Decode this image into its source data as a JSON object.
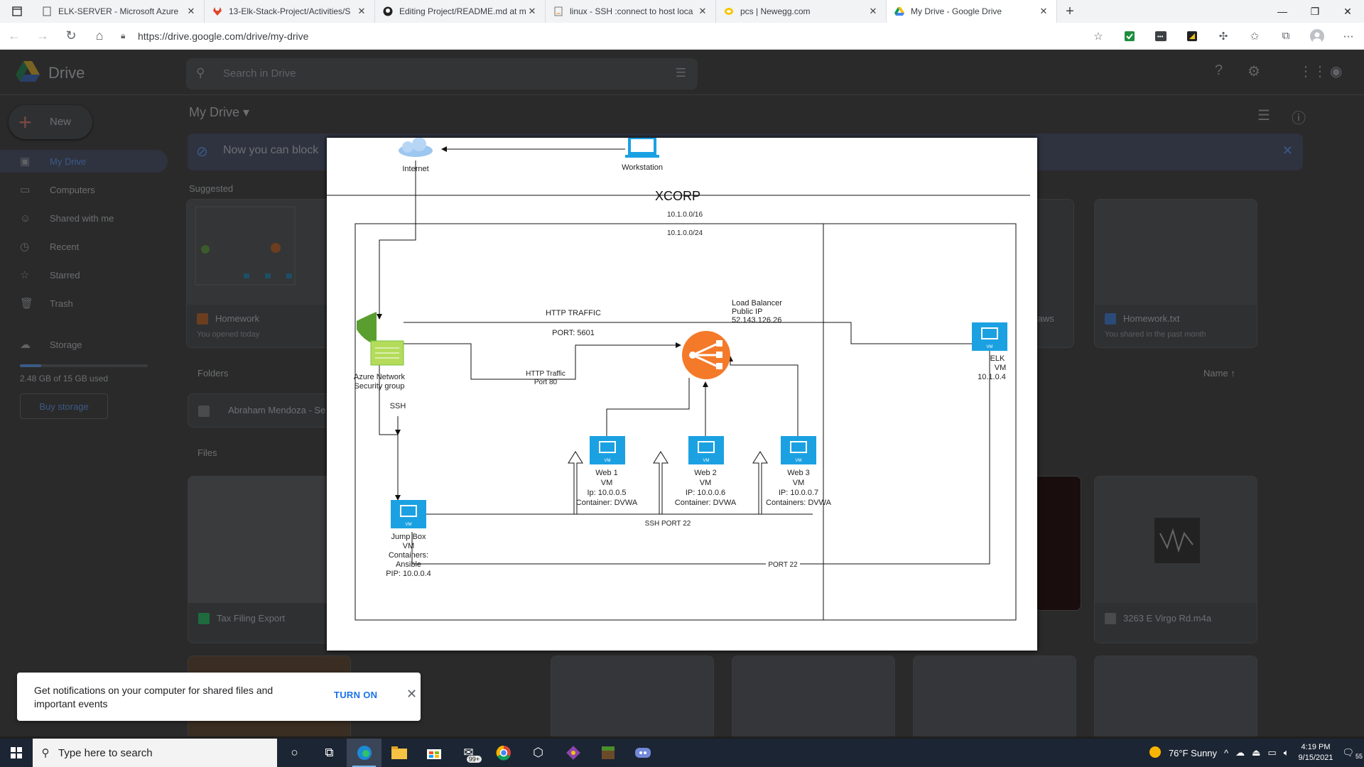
{
  "browser": {
    "tabs": [
      {
        "title": "ELK-SERVER - Microsoft Azure",
        "icon": "page-icon",
        "active": false
      },
      {
        "title": "13-Elk-Stack-Project/Activities/S",
        "icon": "gitlab-icon",
        "active": false
      },
      {
        "title": "Editing Project/README.md at m",
        "icon": "github-icon",
        "active": false
      },
      {
        "title": "linux - SSH :connect to host loca",
        "icon": "stackoverflow-icon",
        "active": false
      },
      {
        "title": "pcs | Newegg.com",
        "icon": "newegg-icon",
        "active": false
      },
      {
        "title": "My Drive - Google Drive",
        "icon": "drive-icon",
        "active": true
      }
    ],
    "url": "https://drive.google.com/drive/my-drive"
  },
  "drive": {
    "app_name": "Drive",
    "search_placeholder": "Search in Drive",
    "new_label": "New",
    "page_title": "My Drive",
    "sidebar": [
      {
        "label": "My Drive",
        "icon": "drive-folder-icon",
        "selected": true
      },
      {
        "label": "Computers",
        "icon": "computer-icon",
        "selected": false
      },
      {
        "label": "Shared with me",
        "icon": "people-icon",
        "selected": false
      },
      {
        "label": "Recent",
        "icon": "clock-icon",
        "selected": false
      },
      {
        "label": "Starred",
        "icon": "star-icon",
        "selected": false
      },
      {
        "label": "Trash",
        "icon": "trash-icon",
        "selected": false
      }
    ],
    "storage_label": "Storage",
    "storage_used": "2.48 GB of 15 GB used",
    "storage_fraction": 0.165,
    "buy_storage": "Buy storage",
    "banner_text": "Now you can block",
    "suggested_label": "Suggested",
    "folders_label": "Folders",
    "files_label": "Files",
    "sort_label": "Name",
    "suggested_cards": [
      {
        "name": "Homework",
        "sub": "You opened today"
      },
      {
        "name": ".aws",
        "sub": ""
      },
      {
        "name": "Homework.txt",
        "sub": "You shared in the past month"
      }
    ],
    "folder_name": "Abraham Mendoza - Se",
    "file_cards": [
      {
        "name": "Tax Filing Export"
      },
      {
        "name": "3263 E Virgo Rd.m4a"
      }
    ]
  },
  "diagram": {
    "internet": "Internet",
    "workstation": "Workstation",
    "xcorp": "XCORP",
    "cidr_vnet": "10.1.0.0/16",
    "cidr_subnet": "10.1.0.0/24",
    "http_traffic": "HTTP TRAFFIC",
    "port_5601": "PORT: 5601",
    "http_port80_line1": "HTTP Traffic",
    "http_port80_line2": "Port 80",
    "lb_line1": "Load Balancer",
    "lb_line2": "Public IP",
    "lb_line3": "52.143.126.26",
    "nsg_line1": "Azure Network",
    "nsg_line2": "Security group",
    "ssh": "SSH",
    "ssh_port22": "SSH PORT 22",
    "port22": "PORT 22",
    "elk_line1": "ELK",
    "elk_line2": "VM",
    "elk_line3": "10.1.0.4",
    "web1": [
      "Web 1",
      "VM",
      "Ip: 10.0.0.5",
      "Container: DVWA"
    ],
    "web2": [
      "Web 2",
      "VM",
      "IP: 10.0.0.6",
      "Container: DVWA"
    ],
    "web3": [
      "Web 3",
      "VM",
      "IP: 10.0.0.7",
      "Containers: DVWA"
    ],
    "jump": [
      "Jump Box",
      "VM",
      "Containers:",
      "Ansible",
      "PIP: 10.0.0.4"
    ],
    "vm_badge": "VM"
  },
  "notification": {
    "message": "Get notifications on your computer for shared files and important events",
    "button": "TURN ON"
  },
  "taskbar": {
    "search_placeholder": "Type here to search",
    "mail_badge": "99+",
    "weather": "76°F  Sunny",
    "time": "4:19 PM",
    "date": "9/15/2021",
    "notif_count": "55"
  },
  "colors": {
    "azure_blue": "#1ba1e2",
    "lb_orange": "#f47a2a",
    "nsg_green": "#7ac142",
    "accent": "#1a73e8"
  }
}
